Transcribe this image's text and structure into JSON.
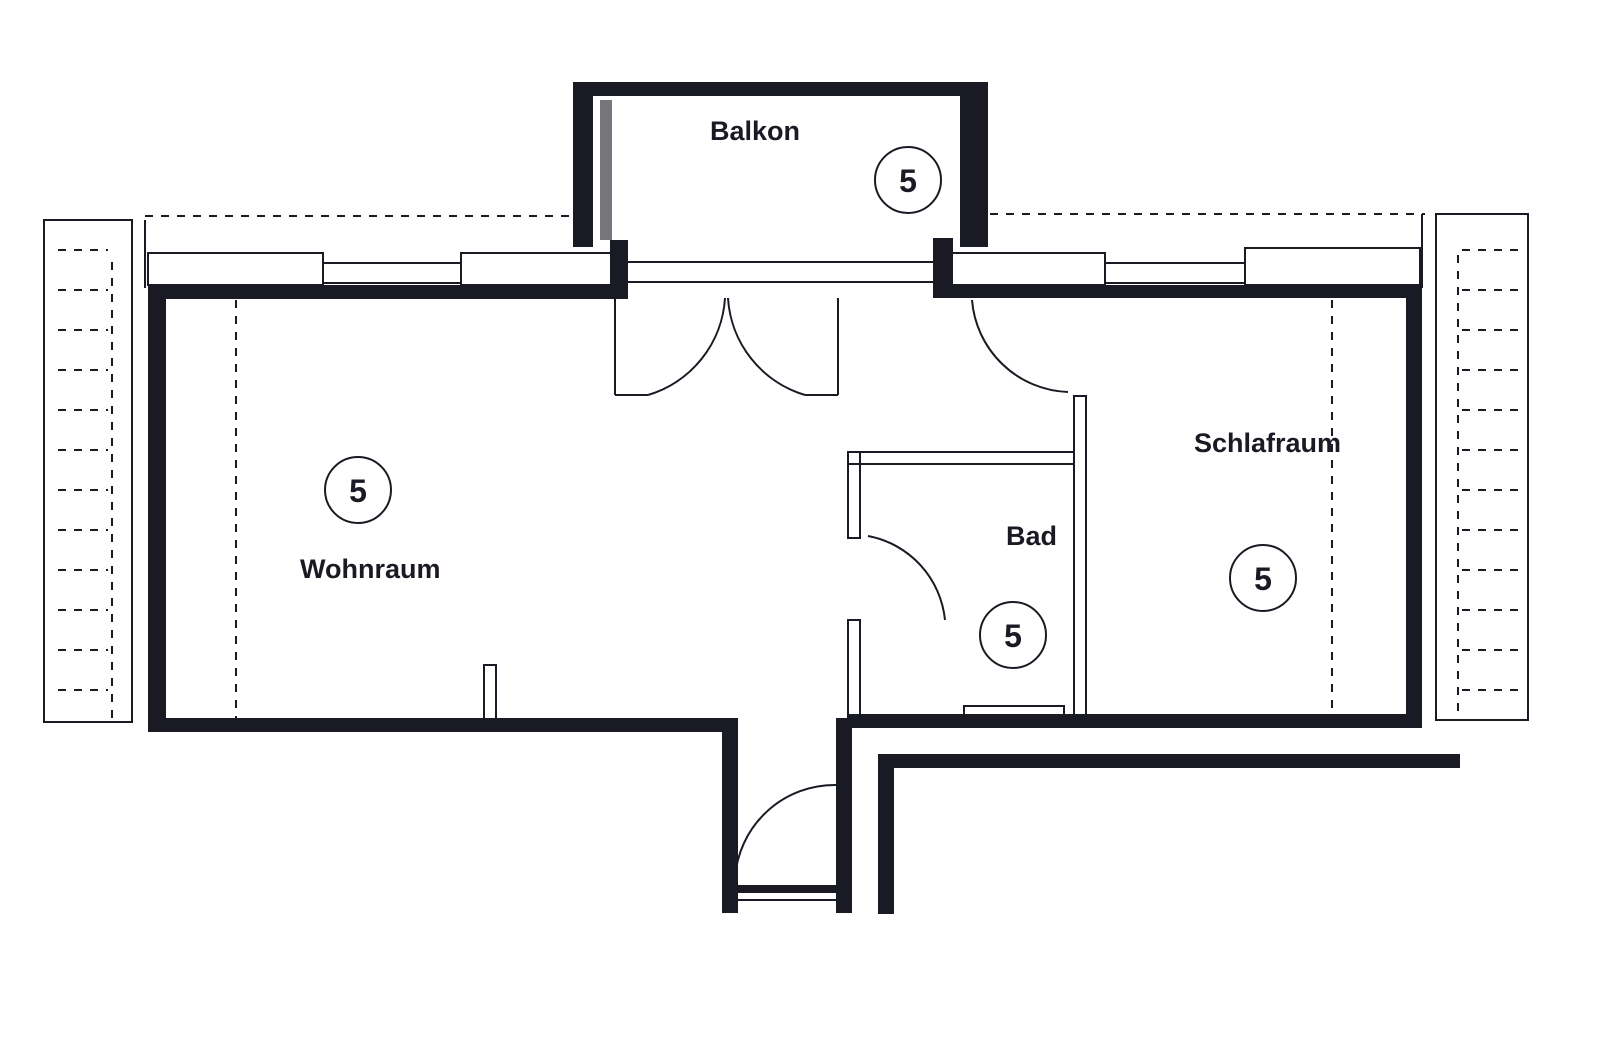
{
  "rooms": {
    "balkon": {
      "name": "Balkon",
      "number": "5"
    },
    "wohnraum": {
      "name": "Wohnraum",
      "number": "5"
    },
    "bad": {
      "name": "Bad",
      "number": "5"
    },
    "schlafraum": {
      "name": "Schlafraum",
      "number": "5"
    }
  },
  "colors": {
    "ink": "#1a1a24",
    "paper": "#ffffff"
  }
}
